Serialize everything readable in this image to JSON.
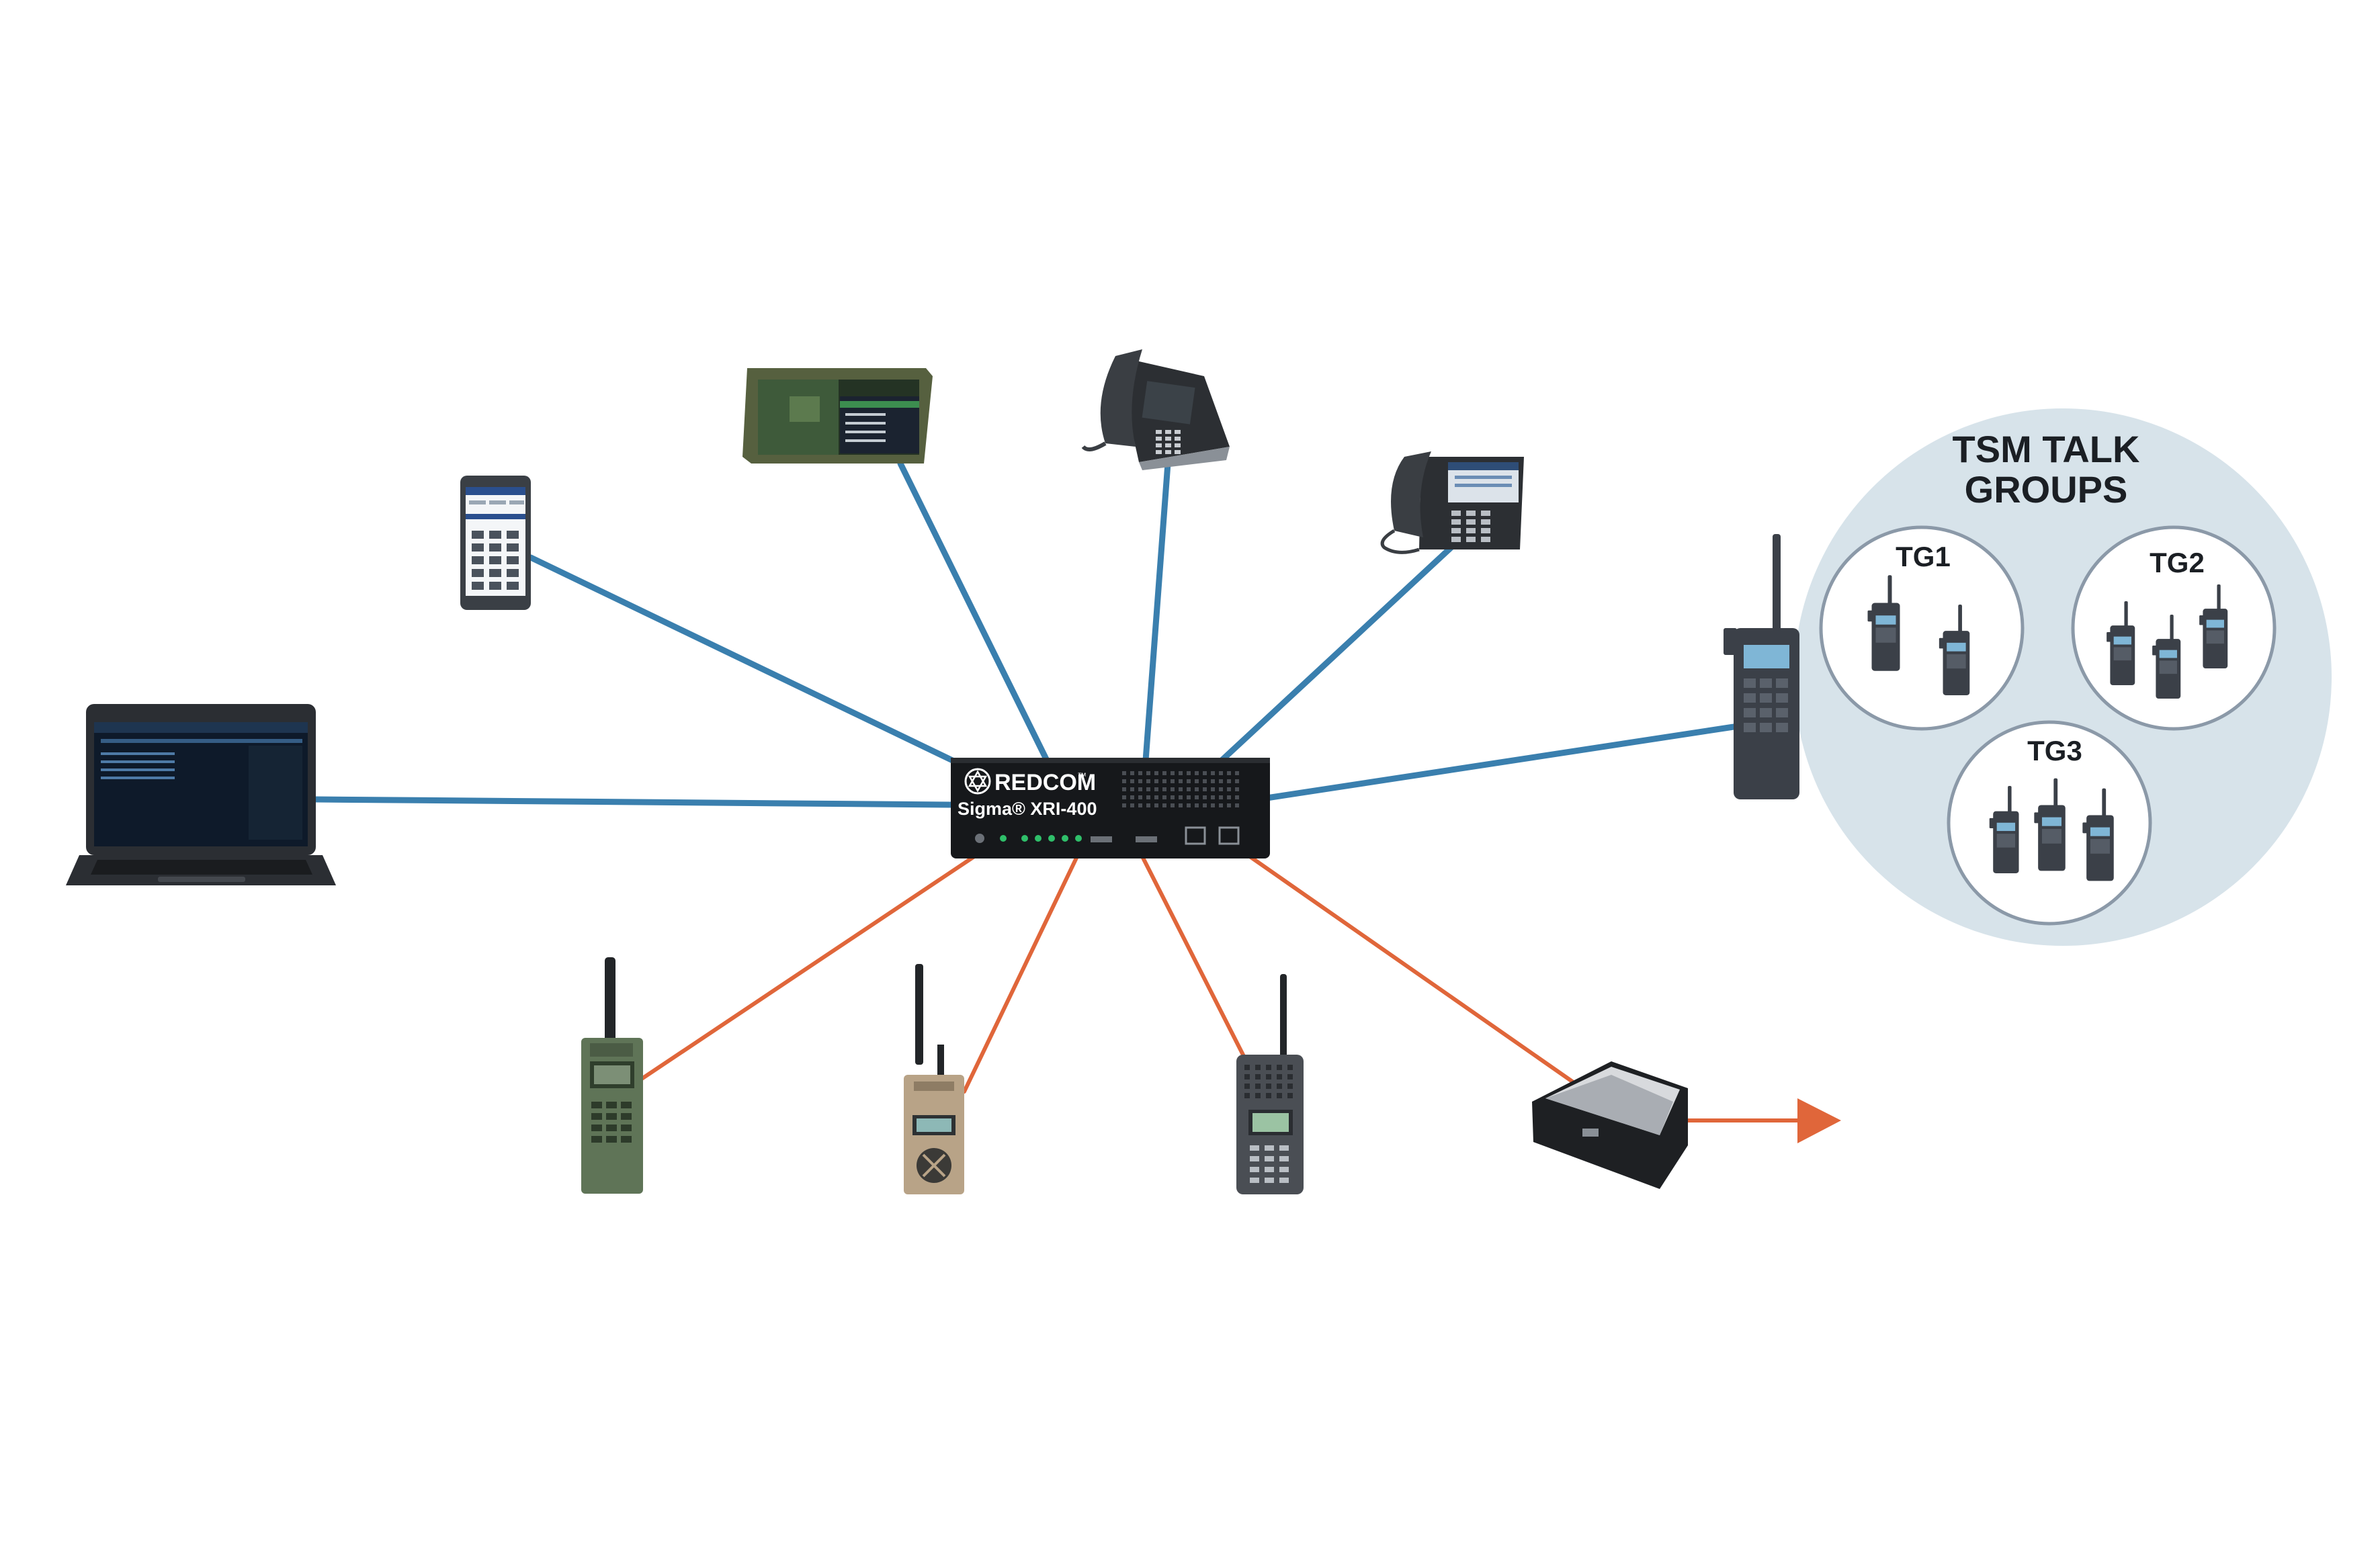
{
  "hub": {
    "brand": "REDCOM",
    "trademark": "™",
    "model": "Sigma® XRI-400"
  },
  "talk_groups": {
    "title_line1": "TSM TALK",
    "title_line2": "GROUPS",
    "groups": [
      {
        "label": "TG1",
        "radio_count": 2
      },
      {
        "label": "TG2",
        "radio_count": 3
      },
      {
        "label": "TG3",
        "radio_count": 3
      }
    ]
  },
  "colors": {
    "ip_link": "#3a7fae",
    "radio_link": "#e0663a",
    "talk_group_bg": "#d7e3ea",
    "talk_group_ring": "#8b99a8",
    "hub_body": "#16181b",
    "led_green": "#2fbf6a"
  },
  "devices": {
    "ip": [
      "laptop-icon",
      "smartphone-icon",
      "rugged-tablet-icon",
      "desk-phone-icon",
      "ip-phone-icon",
      "handheld-radio-icon"
    ],
    "radio": [
      "tactical-radio-green-icon",
      "tactical-radio-tan-icon",
      "handheld-radio-grey-icon",
      "gateway-box-icon"
    ]
  }
}
